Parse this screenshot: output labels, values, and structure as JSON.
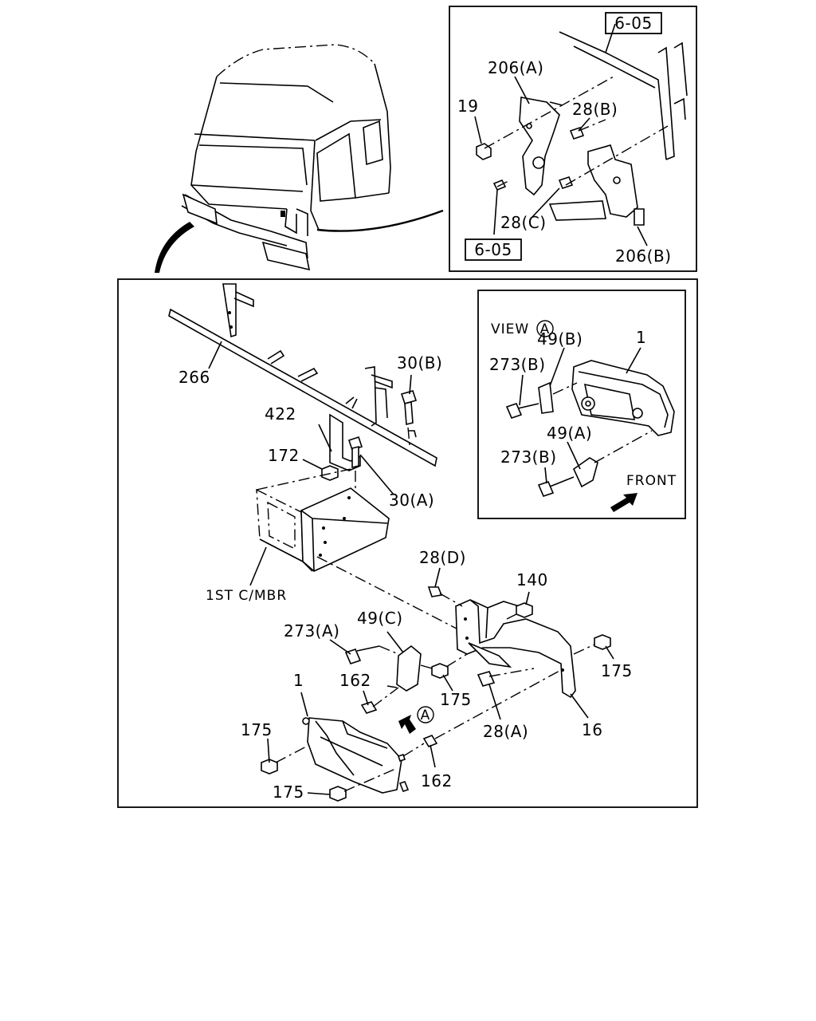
{
  "detail_panel": {
    "ref_top": "6-05",
    "ref_bottom": "6-05",
    "labels": {
      "p206a": "206(A)",
      "p19": "19",
      "p28b": "28(B)",
      "p28c": "28(C)",
      "p206b": "206(B)"
    }
  },
  "view_panel": {
    "title": "VIEW",
    "marker": "A",
    "front_label": "FRONT",
    "labels": {
      "p1": "1",
      "p49b": "49(B)",
      "p273b_upper": "273(B)",
      "p49a": "49(A)",
      "p273b_lower": "273(B)"
    }
  },
  "main_panel": {
    "member_label": "1ST C/MBR",
    "view_marker": "A",
    "labels": {
      "p266": "266",
      "p30b": "30(B)",
      "p422": "422",
      "p172": "172",
      "p30a": "30(A)",
      "p28d": "28(D)",
      "p140": "140",
      "p273a": "273(A)",
      "p49c": "49(C)",
      "p175_right": "175",
      "p1": "1",
      "p162_upper": "162",
      "p175_center": "175",
      "p175_left": "175",
      "p28a": "28(A)",
      "p16": "16",
      "p162_lower": "162",
      "p175_bottom": "175"
    }
  }
}
